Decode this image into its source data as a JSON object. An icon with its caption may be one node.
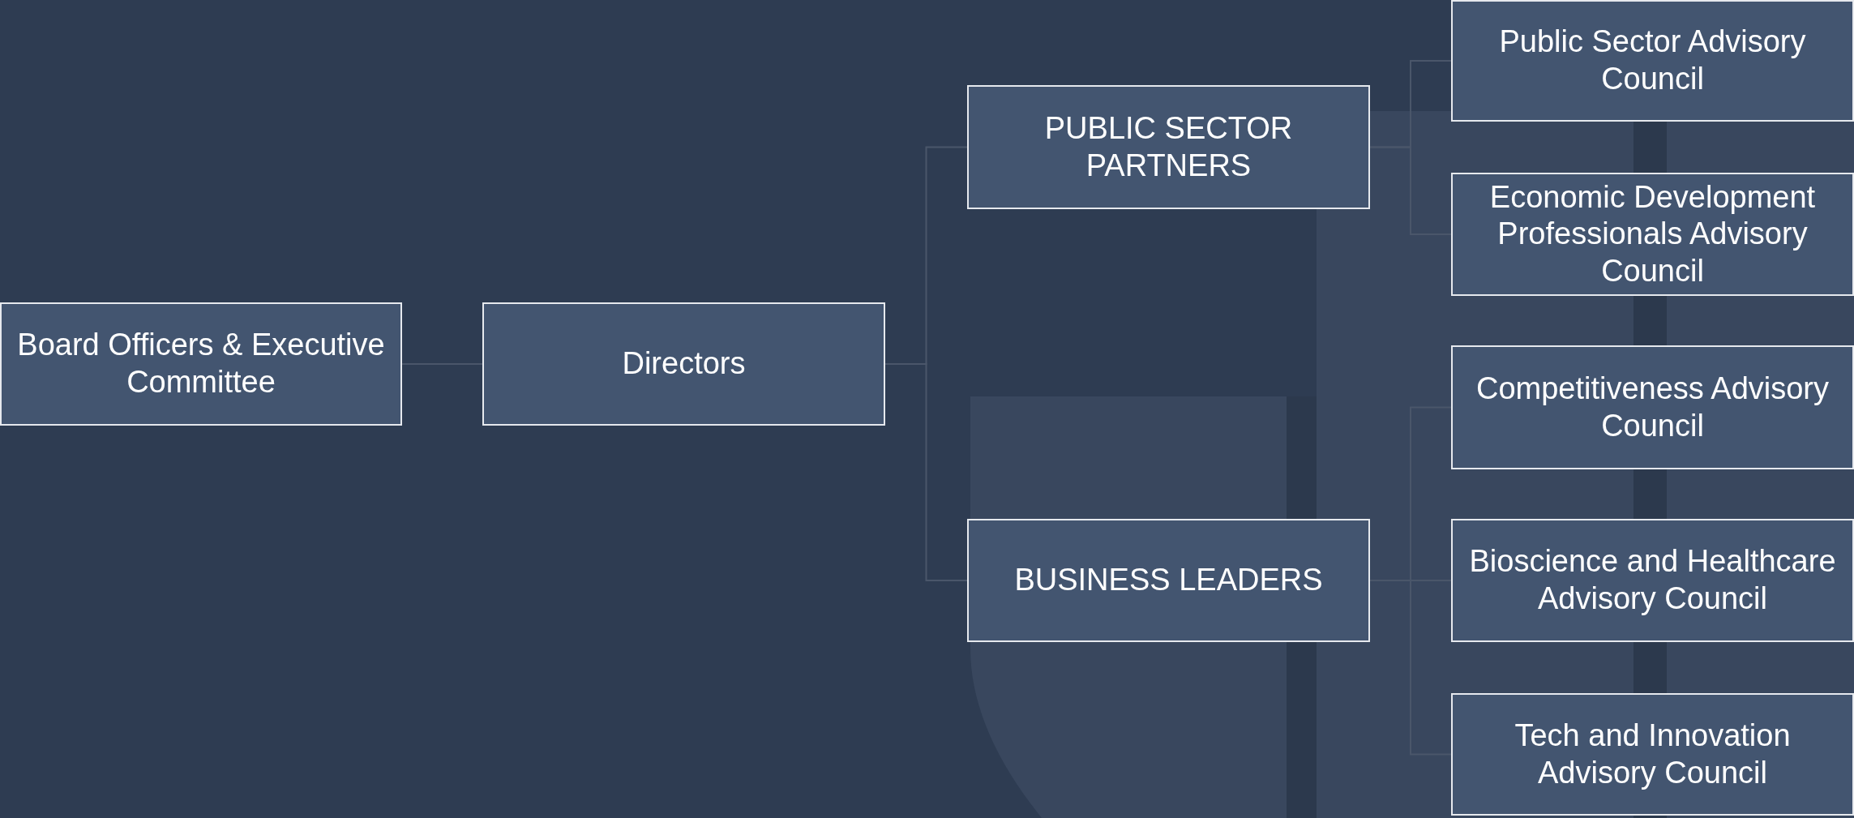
{
  "diagram": {
    "nodes": [
      {
        "text": [
          "Board Officers & Executive Committee"
        ]
      },
      {
        "text": [
          "Directors"
        ]
      },
      {
        "text": [
          "PUBLIC SECTOR PARTNERS"
        ]
      },
      {
        "text": [
          "BUSINESS LEADERS"
        ]
      },
      {
        "text": [
          "Public Sector Advisory Council"
        ]
      },
      {
        "text": [
          "Economic Development Professionals Advisory Council"
        ]
      },
      {
        "text": [
          "Competitiveness Advisory Council"
        ]
      },
      {
        "text": [
          "Bioscience and Healthcare Advisory Council"
        ]
      },
      {
        "text": [
          "Tech and Innovation Advisory Council"
        ]
      }
    ],
    "edges": [
      {
        "from": 0,
        "to": 1,
        "arrow": "none"
      },
      {
        "from": 1,
        "to": 2,
        "arrow": "none"
      },
      {
        "from": 1,
        "to": 3,
        "arrow": "none"
      },
      {
        "from": 2,
        "to": 4,
        "arrow": "none"
      },
      {
        "from": 2,
        "to": 5,
        "arrow": "none"
      },
      {
        "from": 3,
        "to": 6,
        "arrow": "none"
      },
      {
        "from": 3,
        "to": 7,
        "arrow": "none"
      },
      {
        "from": 3,
        "to": 8,
        "arrow": "none"
      }
    ]
  }
}
